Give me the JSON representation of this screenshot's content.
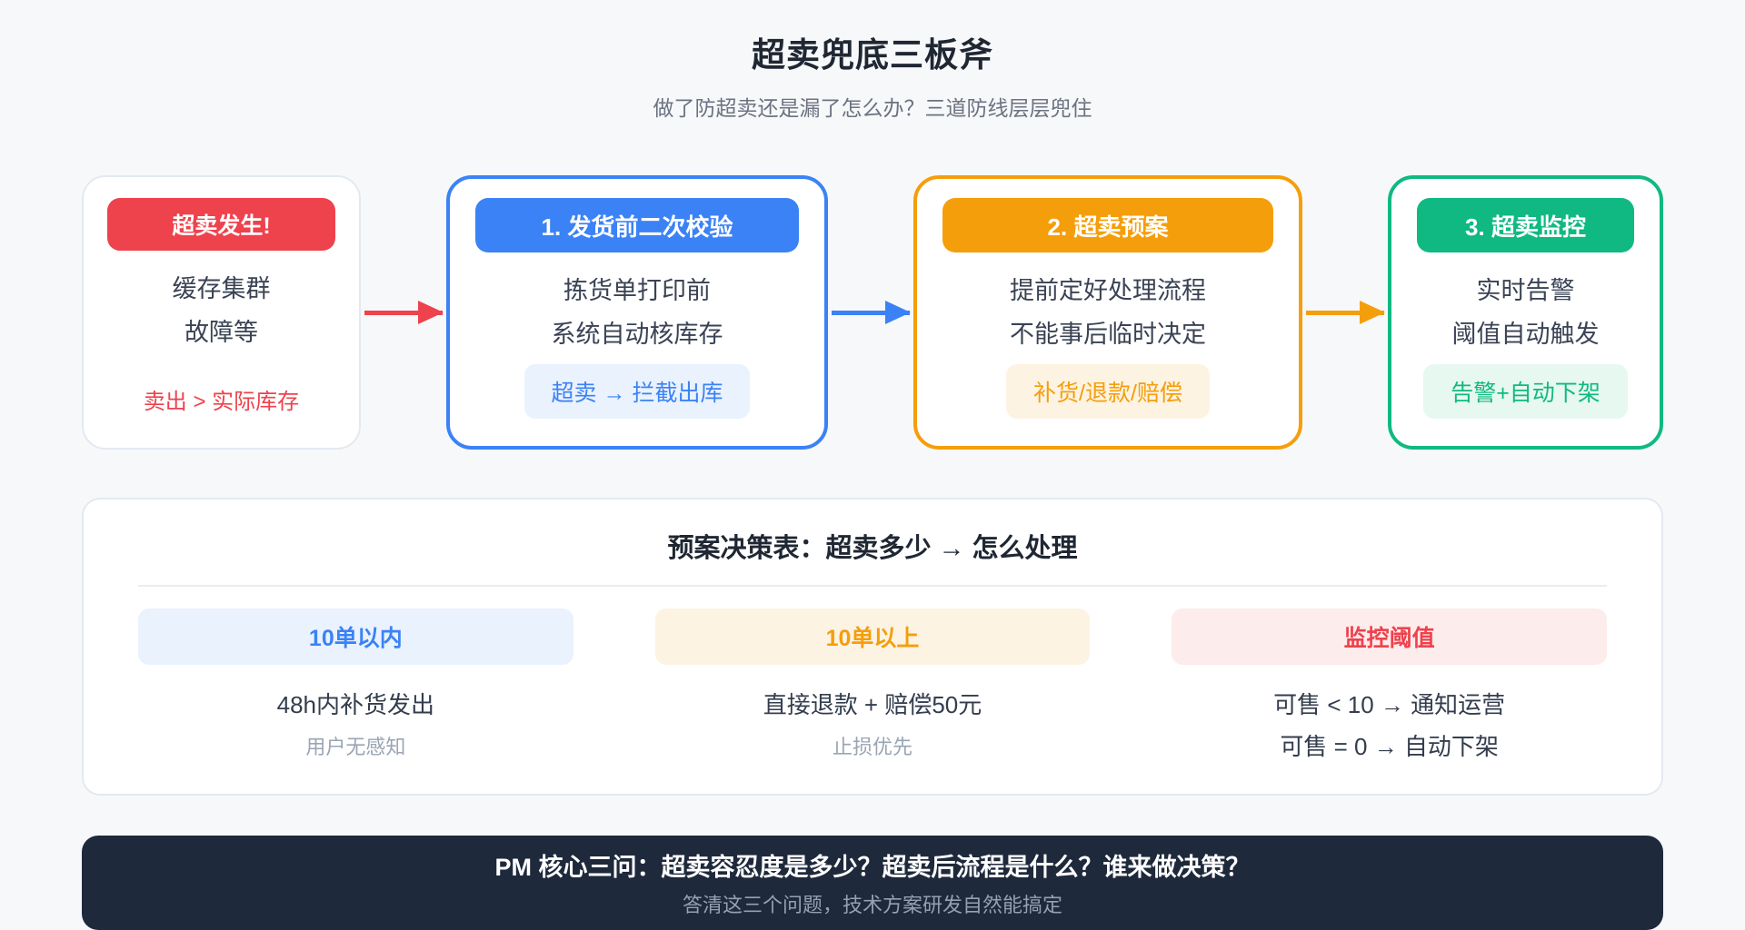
{
  "page": {
    "title": "超卖兜底三板斧",
    "subtitle": "做了防超卖还是漏了怎么办？三道防线层层兜住"
  },
  "flow": {
    "boxes": [
      {
        "badge": "超卖发生!",
        "lines": [
          "缓存集群",
          "故障等"
        ],
        "note": "卖出 > 实际库存",
        "accent": "#ee424d"
      },
      {
        "badge": "1. 发货前二次校验",
        "lines": [
          "拣货单打印前",
          "系统自动核库存"
        ],
        "pill": "超卖 → 拦截出库",
        "accent": "#3b82f6"
      },
      {
        "badge": "2. 超卖预案",
        "lines": [
          "提前定好处理流程",
          "不能事后临时决定"
        ],
        "pill": "补货/退款/赔偿",
        "accent": "#f59e0b"
      },
      {
        "badge": "3. 超卖监控",
        "lines": [
          "实时告警",
          "阈值自动触发"
        ],
        "pill": "告警+自动下架",
        "accent": "#10b981"
      }
    ],
    "arrows": [
      {
        "name": "arrow-red",
        "color": "#ee424d"
      },
      {
        "name": "arrow-blue",
        "color": "#3b82f6"
      },
      {
        "name": "arrow-orange",
        "color": "#f59e0b"
      }
    ]
  },
  "decision_table": {
    "title": "预案决策表：超卖多少 → 怎么处理",
    "columns": [
      {
        "header": "10单以内",
        "value": "48h内补货发出",
        "note": "用户无感知"
      },
      {
        "header": "10单以上",
        "value": "直接退款 + 赔偿50元",
        "note": "止损优先"
      },
      {
        "header": "监控阈值",
        "value": "可售 < 10 → 通知运营",
        "value2": "可售 = 0 → 自动下架"
      }
    ]
  },
  "footer": {
    "title": "PM 核心三问：超卖容忍度是多少？超卖后流程是什么？谁来做决策？",
    "subtitle": "答清这三个问题，技术方案研发自然能搞定"
  },
  "colors": {
    "red": "#ee424d",
    "blue": "#3b82f6",
    "orange": "#f59e0b",
    "green": "#10b981",
    "navy": "#1e293b",
    "red-tint": "#fdecec",
    "blue-tint": "#eaf2fe",
    "orange-tint": "#fdf3e3",
    "green-tint": "#e7f8f0"
  }
}
